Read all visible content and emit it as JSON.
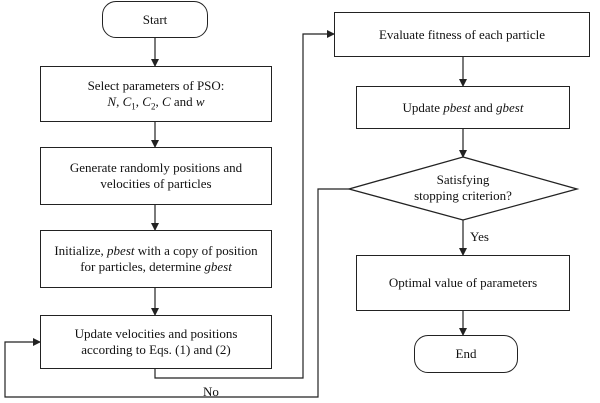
{
  "nodes": {
    "start": {
      "label": "Start"
    },
    "select_params": {
      "line1": "Select parameters of PSO:",
      "line2": {
        "n": "N",
        "c": "C",
        "sub1": "1",
        "sub2": "2",
        "c3": "C",
        "and": "and",
        "w": "w"
      }
    },
    "generate": {
      "line1": "Generate randomly positions and",
      "line2": "velocities of particles"
    },
    "initialize": {
      "line1_pre": "Initialize, ",
      "pbest": "pbest",
      "line1_post": " with a copy of position",
      "line2_pre": "for particles, determine ",
      "gbest": "gbest"
    },
    "update_vel": {
      "line1": "Update velocities and positions",
      "line2": "according to Eqs. (1) and (2)"
    },
    "evaluate": {
      "label": "Evaluate fitness of each particle"
    },
    "update_best": {
      "pre": "Update ",
      "pbest": "pbest",
      "mid": " and ",
      "gbest": "gbest"
    },
    "decision": {
      "line1": "Satisfying",
      "line2": "stopping criterion?"
    },
    "optimal": {
      "label": "Optimal value of parameters"
    },
    "end": {
      "label": "End"
    }
  },
  "edges": {
    "yes_label": "Yes",
    "no_label": "No"
  }
}
